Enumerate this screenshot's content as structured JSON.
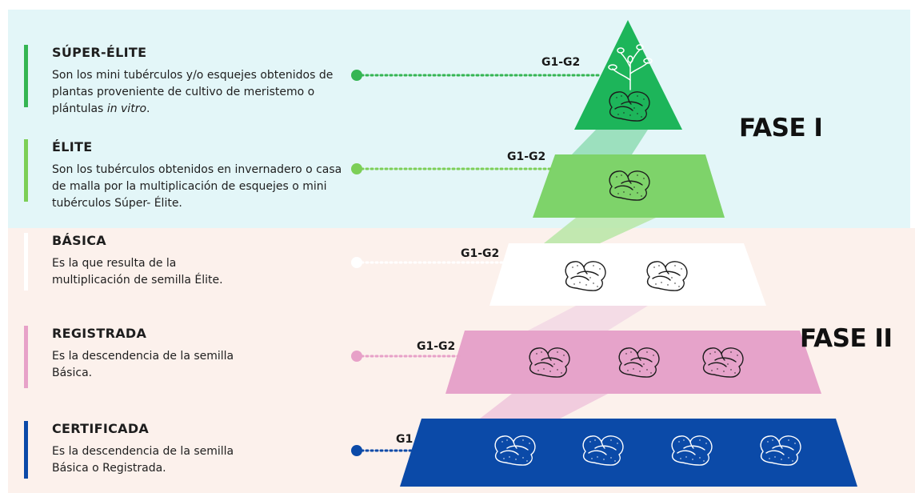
{
  "levels": [
    {
      "title": "SÚPER-ÉLITE",
      "description_plain": "Son los mini tubérculos y/o esquejes obtenidos de plantas proveniente de cultivo de meristemo o plántulas ",
      "description_italic": "in vitro",
      "description_suffix": ".",
      "generation": "G1-G2",
      "color": "#1db55a",
      "bar_color": "#35b553",
      "dot_color": "#35b553"
    },
    {
      "title": "ÉLITE",
      "description_plain": "Son los tubérculos obtenidos en invernadero o casa de malla por la multiplicación de esquejes o mini tubérculos Súper- Élite.",
      "generation": "G1-G2",
      "color": "#7ed36a",
      "bar_color": "#7ccf57",
      "dot_color": "#7ccf57"
    },
    {
      "title": "BÁSICA",
      "description_plain": "Es la que resulta de la multiplicación de semilla Élite.",
      "generation": "G1-G2",
      "color": "#ffffff",
      "bar_color": "#ffffff",
      "dot_color": "#ffffff"
    },
    {
      "title": "REGISTRADA",
      "description_plain": "Es la descendencia de la semilla Básica.",
      "generation": "G1-G2",
      "color": "#e6a3ca",
      "bar_color": "#e7a1c8",
      "dot_color": "#e7a1c8"
    },
    {
      "title": "CERTIFICADA",
      "description_plain": "Es la descendencia de la semilla Básica o Registrada.",
      "generation": "G1",
      "color": "#0b4aa8",
      "bar_color": "#0b4aa8",
      "dot_color": "#0b4aa8"
    }
  ],
  "phases": {
    "phase_1": "FASE I",
    "phase_2": "FASE II"
  },
  "tuber_counts": [
    1,
    1,
    2,
    3,
    4
  ],
  "icons": [
    "plant-sprout-icon",
    "potato-tuber-icon"
  ],
  "colors": {
    "band_top": "#e3f6f8",
    "band_bottom": "#fcf1ec"
  }
}
